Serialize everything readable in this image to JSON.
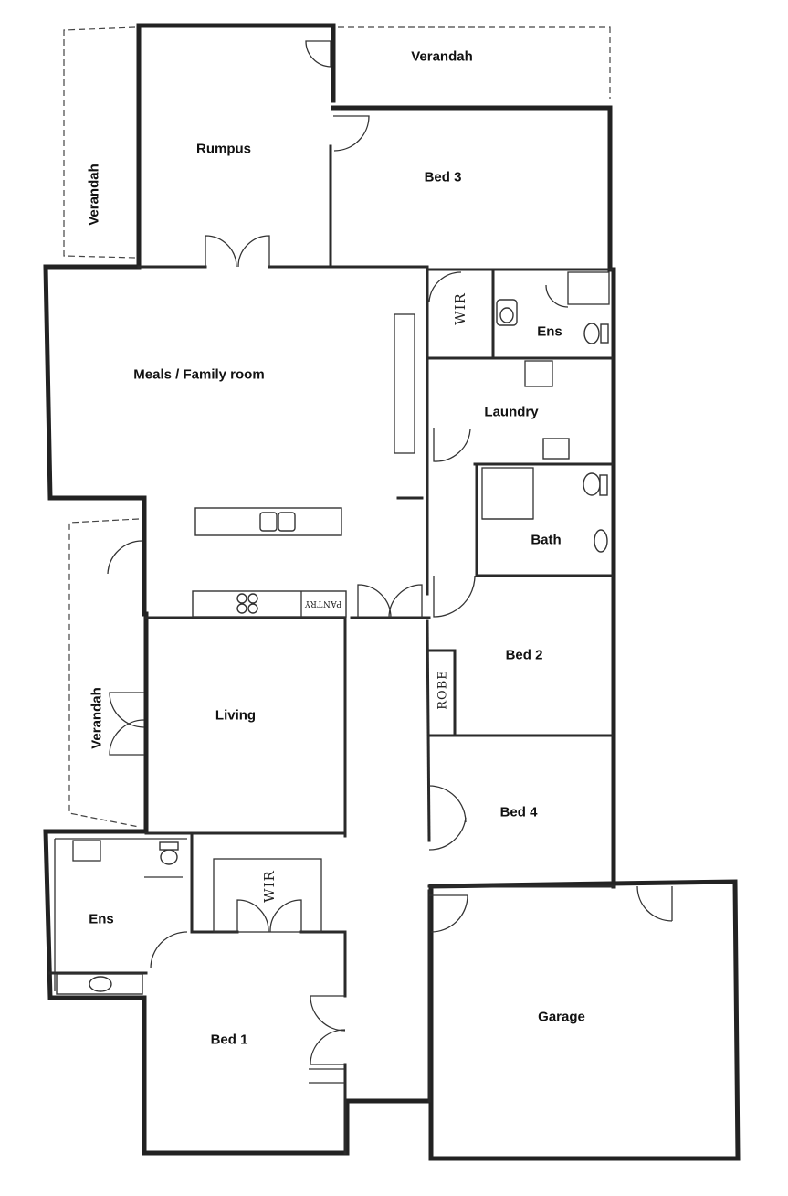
{
  "rooms": {
    "verandah_top": "Verandah",
    "verandah_left_top": "Verandah",
    "verandah_left_bottom": "Verandah",
    "rumpus": "Rumpus",
    "bed3": "Bed 3",
    "wir_top": "WIR",
    "ens_top": "Ens",
    "meals_family": "Meals / Family room",
    "laundry": "Laundry",
    "bath": "Bath",
    "pantry": "PANTRY",
    "bed2": "Bed 2",
    "robe": "ROBE",
    "living": "Living",
    "bed4": "Bed 4",
    "ens_bottom": "Ens",
    "wir_bottom": "WIR",
    "bed1": "Bed 1",
    "garage": "Garage"
  }
}
